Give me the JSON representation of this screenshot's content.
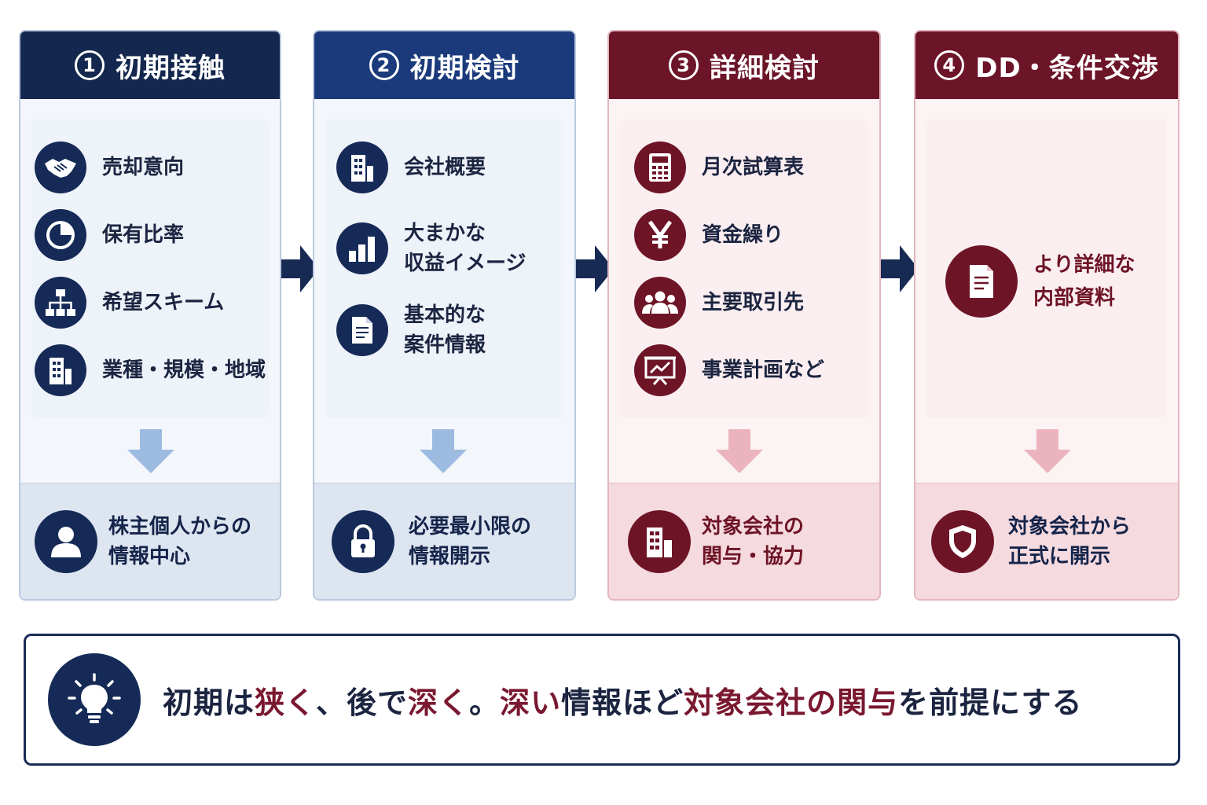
{
  "colors": {
    "navy_dark": "#14284f",
    "navy": "#1a3a7c",
    "wine": "#6c1428",
    "wine_light": "#f5dadf",
    "blue_light": "#dde5f1",
    "arrow_blue": "#9dbbe0",
    "arrow_pink": "#ebb3bd"
  },
  "stages": [
    {
      "num": "1",
      "title": "初期接触",
      "items": [
        {
          "icon": "handshake-icon",
          "lines": [
            "売却意向"
          ]
        },
        {
          "icon": "pie-chart-icon",
          "lines": [
            "保有比率"
          ]
        },
        {
          "icon": "org-chart-icon",
          "lines": [
            "希望スキーム"
          ]
        },
        {
          "icon": "building-icon",
          "lines": [
            "業種・規模・地域"
          ]
        }
      ],
      "footer": {
        "icon": "person-icon",
        "lines": [
          "株主個人からの",
          "情報中心"
        ]
      }
    },
    {
      "num": "2",
      "title": "初期検討",
      "items": [
        {
          "icon": "building-icon",
          "lines": [
            "会社概要"
          ]
        },
        {
          "icon": "bar-chart-icon",
          "lines": [
            "大まかな",
            "収益イメージ"
          ]
        },
        {
          "icon": "document-icon",
          "lines": [
            "基本的な",
            "案件情報"
          ]
        }
      ],
      "footer": {
        "icon": "lock-icon",
        "lines": [
          "必要最小限の",
          "情報開示"
        ]
      }
    },
    {
      "num": "3",
      "title": "詳細検討",
      "items": [
        {
          "icon": "calculator-icon",
          "lines": [
            "月次試算表"
          ]
        },
        {
          "icon": "yen-icon",
          "lines": [
            "資金繰り"
          ]
        },
        {
          "icon": "people-group-icon",
          "lines": [
            "主要取引先"
          ]
        },
        {
          "icon": "presentation-icon",
          "lines": [
            "事業計画など"
          ]
        }
      ],
      "footer": {
        "icon": "building-icon",
        "lines": [
          "対象会社の",
          "関与・協力"
        ]
      }
    },
    {
      "num": "4",
      "title": "DD・条件交渉",
      "items": [
        {
          "icon": "document-icon",
          "lines": [
            "より詳細な",
            "内部資料"
          ]
        }
      ],
      "footer": {
        "icon": "shield-icon",
        "lines": [
          "対象会社から",
          "正式に開示"
        ]
      }
    }
  ],
  "banner": {
    "icon": "lightbulb-icon",
    "parts": [
      {
        "text": "初期は",
        "highlight": false
      },
      {
        "text": "狭く",
        "highlight": true
      },
      {
        "text": "、後で",
        "highlight": false
      },
      {
        "text": "深く",
        "highlight": true
      },
      {
        "text": "。",
        "highlight": false
      },
      {
        "text": "深い",
        "highlight": true
      },
      {
        "text": "情報ほど",
        "highlight": false
      },
      {
        "text": "対象会社の関与",
        "highlight": true
      },
      {
        "text": "を前提にする",
        "highlight": false
      }
    ]
  }
}
